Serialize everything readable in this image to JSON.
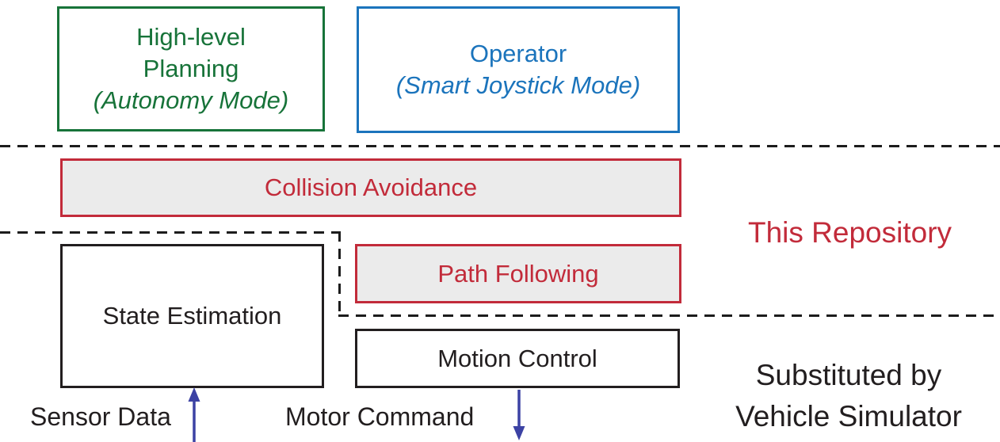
{
  "diagram": {
    "high_level_planning": {
      "line1": "High-level",
      "line2": "Planning",
      "mode": "(Autonomy Mode)"
    },
    "operator": {
      "line1": "Operator",
      "mode": "(Smart Joystick Mode)"
    },
    "collision_avoidance": "Collision Avoidance",
    "path_following": "Path Following",
    "state_estimation": "State Estimation",
    "motion_control": "Motion Control",
    "this_repository": "This Repository",
    "substituted": {
      "line1": "Substituted by",
      "line2": "Vehicle Simulator"
    },
    "sensor_data": "Sensor Data",
    "motor_command": "Motor Command",
    "colors": {
      "green_box": "#177339",
      "blue_box": "#1b74bc",
      "red_accent": "#c22b3a",
      "black_text": "#221e1f",
      "arrow_blue": "#3c42a4",
      "gray_fill": "#ebebeb"
    }
  }
}
